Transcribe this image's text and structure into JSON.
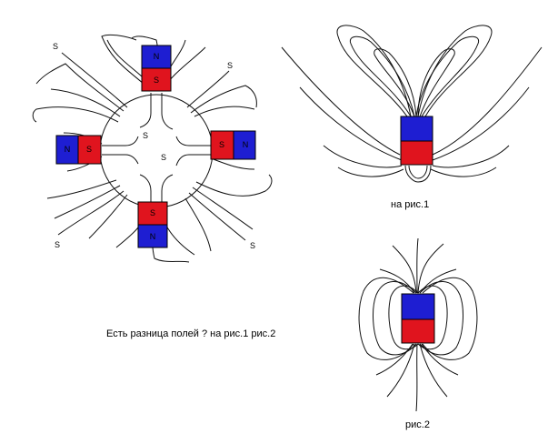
{
  "question": "Есть разница полей ? на рис.1 рис.2",
  "fig1": {
    "caption": "на рис.1"
  },
  "fig2": {
    "caption": "рис.2"
  },
  "ring": {
    "outer_labels": [
      "S",
      "S",
      "S",
      "S"
    ],
    "inner_labels": [
      "S",
      "S"
    ]
  },
  "magnets": {
    "north_label": "N",
    "south_label": "S",
    "north_color": "#1e1ed2",
    "south_color": "#e0141e"
  }
}
